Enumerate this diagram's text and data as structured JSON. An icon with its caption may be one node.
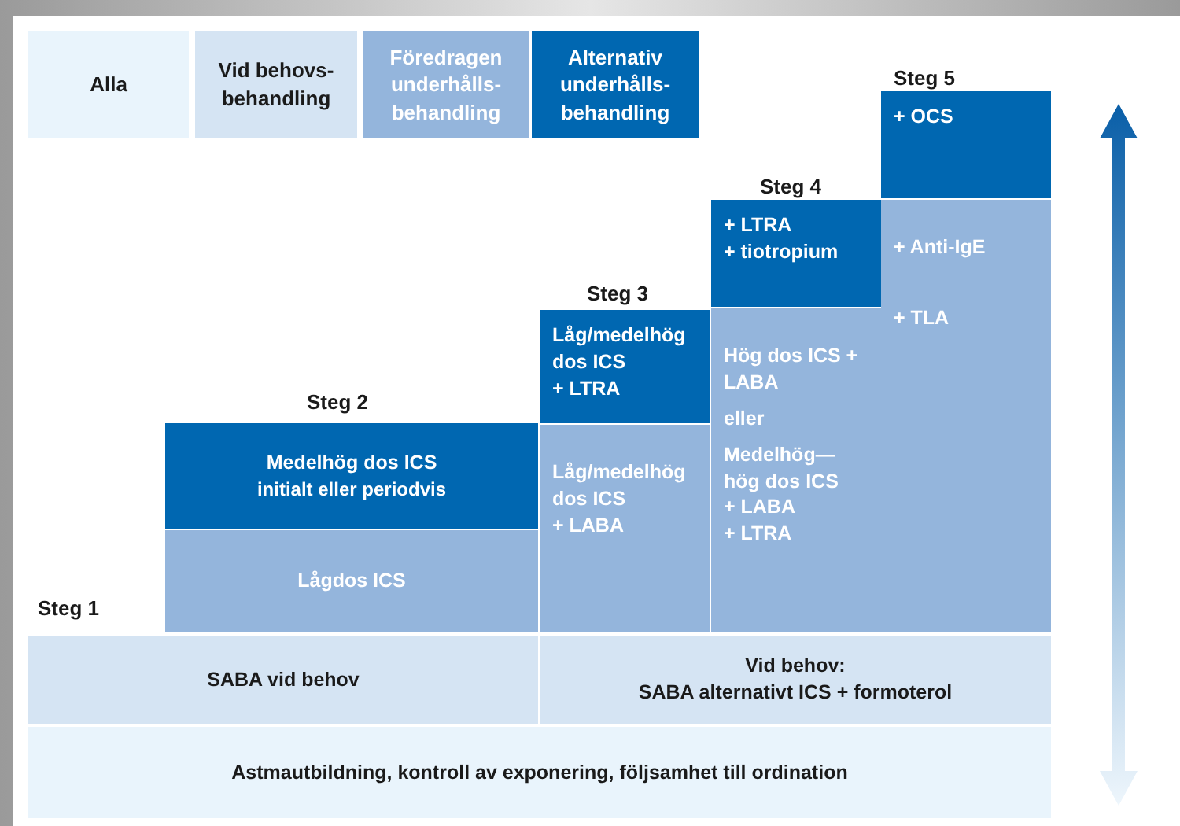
{
  "diagram": {
    "nodes": [
      {
        "text": [
          "+ OCS"
        ]
      },
      {
        "text": [
          "+ LTRA",
          "+ tiotropium"
        ]
      },
      {
        "text": [
          "+ Anti-IgE",
          "+ TLA"
        ]
      },
      {
        "text": [
          "Låg/medelhög dos ICS",
          "+ LTRA"
        ]
      },
      {
        "text": [
          "Hög dos ICS + LABA",
          "eller",
          "Medelhög—hög dos ICS",
          "+ LABA",
          "+ LTRA"
        ]
      },
      {
        "text": [
          "Medelhög dos ICS",
          "initialt eller periodvis"
        ]
      },
      {
        "text": [
          "Låg/medelhög dos  ICS",
          "+ LABA"
        ]
      },
      {
        "text": [
          "Lågdos ICS"
        ]
      },
      {
        "text": [
          "SABA vid behov"
        ]
      },
      {
        "text": [
          "Vid behov:",
          "SABA alternativt ICS + formoterol"
        ]
      },
      {
        "text": [
          "Astmautbildning, kontroll av exponering, följsamhet till ordination"
        ]
      }
    ],
    "labels": [
      "Steg 5",
      "Steg 4",
      "Steg 3",
      "Steg 2",
      "Steg 1"
    ],
    "legend": [
      {
        "text": "Alla",
        "color": "#e9f4fc"
      },
      {
        "text": "Vid behovs-behandling",
        "color": "#d5e4f3"
      },
      {
        "text": "Föredragen underhålls-behandling",
        "color": "#94b5dc"
      },
      {
        "text": "Alternativ underhålls-behandling",
        "color": "#0067b1"
      }
    ]
  }
}
